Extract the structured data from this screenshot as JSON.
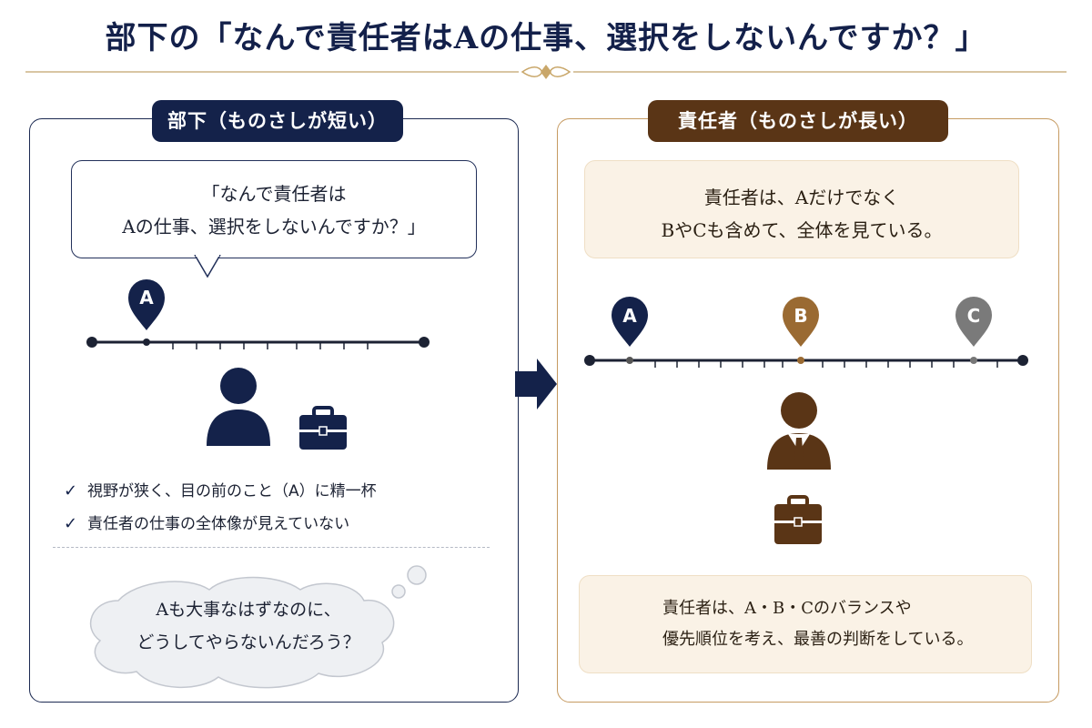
{
  "title": "部下の「なんで責任者はAの仕事、選択をしないんですか？」",
  "left": {
    "header": "部下（ものさしが短い）",
    "speech_line1": "「なんで責任者は",
    "speech_line2": "Aの仕事、選択をしないんですか？」",
    "marker": "A",
    "checks": [
      "視野が狭く、目の前のこと（A）に精一杯",
      "責任者の仕事の全体像が見えていない"
    ],
    "thought_line1": "Aも大事なはずなのに、",
    "thought_line2": "どうしてやらないんだろう？"
  },
  "right": {
    "header": "責任者（ものさしが長い）",
    "box_line1": "責任者は、Aだけでなく",
    "box_line2": "BやCも含めて、全体を見ている。",
    "markers": [
      "A",
      "B",
      "C"
    ],
    "bottom_line1": "責任者は、A・B・Cのバランスや",
    "bottom_line2": "優先順位を考え、最善の判断をしている。"
  },
  "colors": {
    "navy": "#14224a",
    "brown": "#5a3516",
    "bronze": "#9a6a32",
    "gray": "#7a7a7a",
    "gold_rule": "#d9c6a3"
  }
}
